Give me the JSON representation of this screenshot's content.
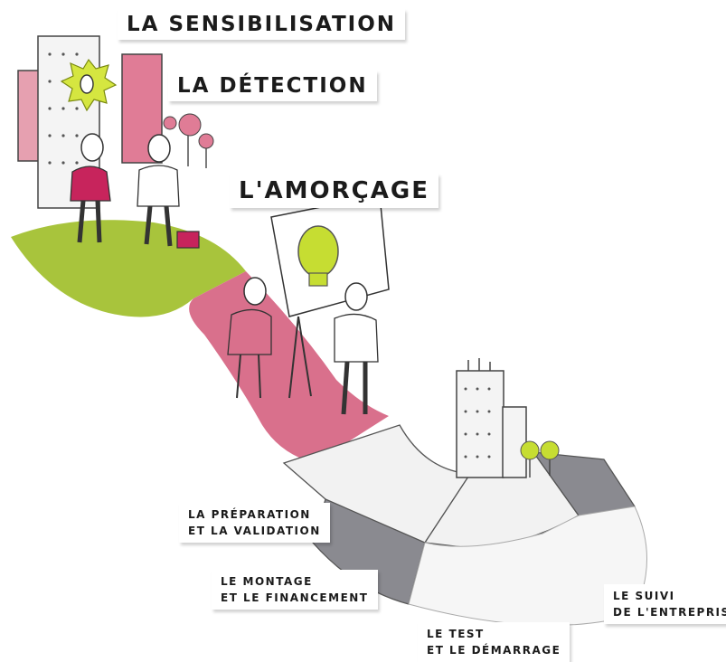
{
  "stages": {
    "sensibilisation": "LA SENSIBILISATION",
    "detection": "LA DÉTECTION",
    "amorcage": "L'AMORÇAGE",
    "preparation": {
      "line1": "LA PRÉPARATION",
      "line2": "ET LA VALIDATION"
    },
    "montage": {
      "line1": "LE MONTAGE",
      "line2": "ET LE FINANCEMENT"
    },
    "test": {
      "line1": "LE TEST",
      "line2": "ET LE DÉMARRAGE"
    },
    "suivi": {
      "line1": "LE SUIVI",
      "line2": "DE L'ENTREPRISE"
    }
  },
  "colors": {
    "green": "#a8c43c",
    "pink": "#d9708c",
    "magenta": "#c7245c",
    "gray": "#8a8a90",
    "bulb": "#c6dd32"
  }
}
